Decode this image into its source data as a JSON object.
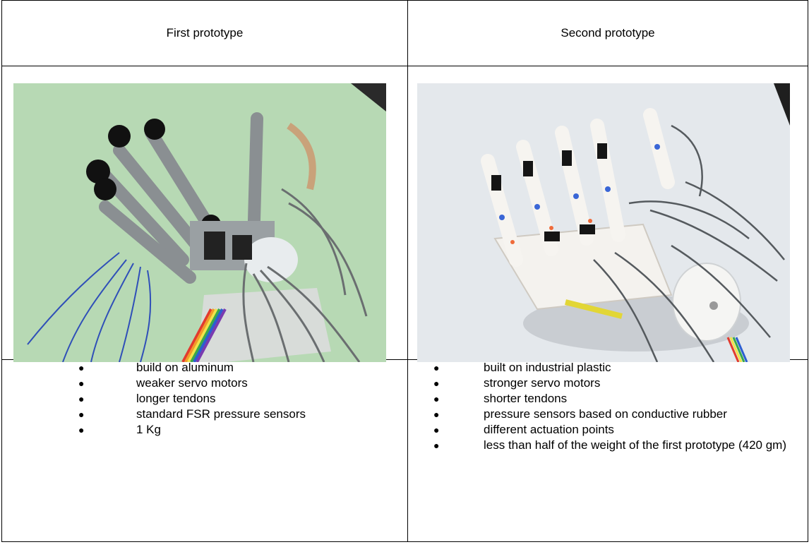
{
  "table": {
    "headers": [
      "First prototype",
      "Second prototype"
    ],
    "left_features": [
      "build on aluminum",
      "weaker servo motors",
      "longer tendons",
      "standard FSR pressure sensors",
      "1 Kg"
    ],
    "right_features": [
      "built on industrial plastic",
      "stronger servo motors",
      "shorter tendons",
      "pressure sensors based on conductive rubber",
      "different actuation points",
      "less than half of the weight of the first prototype (420 gm)"
    ]
  },
  "photos": {
    "first": "robotic hand prototype on aluminum frame with wires",
    "second": "robotic hand prototype in white plastic with wires"
  },
  "colors": {
    "first_bg": "#b7d9b4",
    "second_bg": "#e4e8ec",
    "border": "#000000"
  }
}
